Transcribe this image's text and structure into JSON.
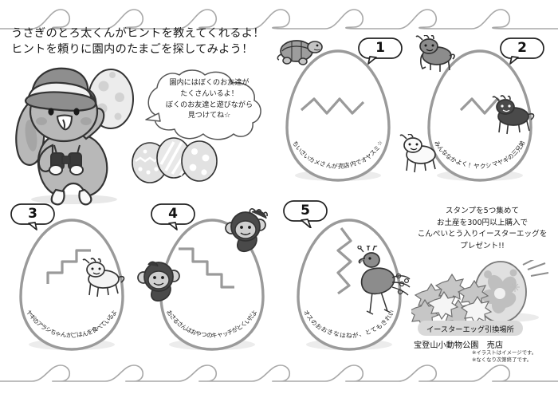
{
  "page": {
    "title_lines": [
      "うさぎのとろ太くんがヒントを教えてくれるよ！",
      "ヒントを頼りに園内のたまごを探してみよう！"
    ]
  },
  "mascot": {
    "name": "rabbit-toro-ta",
    "bubble_lines": [
      "園内にはぼくのお友達が",
      "たくさんいるよ！",
      "ぼくのお友達と遊びながら",
      "見つけてね☆"
    ]
  },
  "eggs": [
    {
      "number": "1",
      "caption": "ちいさいカメさんが売店内でオヤスミ☆",
      "animal": "turtle",
      "crack": "zigzag"
    },
    {
      "number": "2",
      "caption": "みんななかよく！ヤクシマヤギの三兄弟",
      "animal": "goats",
      "crack": "zigzag"
    },
    {
      "number": "3",
      "caption": "ヤギのアラシちゃんがごはんを食べているよ",
      "animal": "goat-white",
      "crack": "stairs"
    },
    {
      "number": "4",
      "caption": "おさるさんはおやつのキャッチがとくいだよ",
      "animal": "monkeys",
      "crack": "stairs"
    },
    {
      "number": "5",
      "caption": "オスのおおきなはねが、とてもきれい",
      "animal": "peacock",
      "crack": "zigzag"
    }
  ],
  "promo": {
    "lines": [
      "スタンプを5つ集めて",
      "お土産を300円以上購入で",
      "こんぺいとう入りイースターエッグを",
      "プレゼント!!"
    ]
  },
  "footer": {
    "exchange_tag": "イースターエッグ引換場所",
    "shop": "宝登山小動物公園　売店",
    "notes": [
      "※イラストはイメージです。",
      "※なくなり次第終了です。"
    ]
  },
  "colors": {
    "ink": "#1a1a1a",
    "egg_outline": "#9a9a9a",
    "tag_bg": "#d9d9d9",
    "gray_mid": "#9d9d9d",
    "gray_dark": "#4a4a4a"
  }
}
